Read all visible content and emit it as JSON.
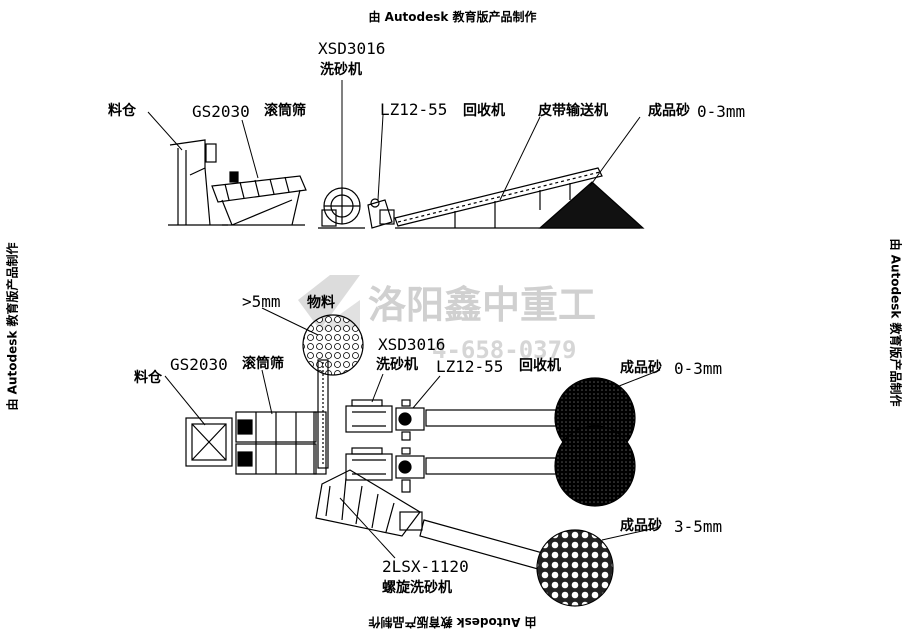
{
  "stamps": {
    "text": "由 Autodesk 教育版产品制作"
  },
  "watermark": {
    "company": "洛阳鑫中重工",
    "phone_fragment": "4-658-0379"
  },
  "side_view": {
    "feed_bin": "料仓",
    "trommel_model": "GS2030",
    "trommel_name": "滚筒筛",
    "washer_model": "XSD3016",
    "washer_name": "洗砂机",
    "recycler_model": "LZ12-55",
    "recycler_name": "回收机",
    "conveyor_name": "皮带输送机",
    "product_name": "成品砂",
    "product_size": "0-3mm"
  },
  "plan_view": {
    "oversize_size": ">5mm",
    "oversize_name": "物料",
    "trommel_model": "GS2030",
    "trommel_name": "滚筒筛",
    "feed_bin": "料仓",
    "washer_model": "XSD3016",
    "washer_name": "洗砂机",
    "recycler_model": "LZ12-55",
    "recycler_name": "回收机",
    "product_fine_name": "成品砂",
    "product_fine_size": "0-3mm",
    "product_coarse_name": "成品砂",
    "product_coarse_size": "3-5mm",
    "spiral_model": "2LSX-1120",
    "spiral_name": "螺旋洗砂机"
  }
}
